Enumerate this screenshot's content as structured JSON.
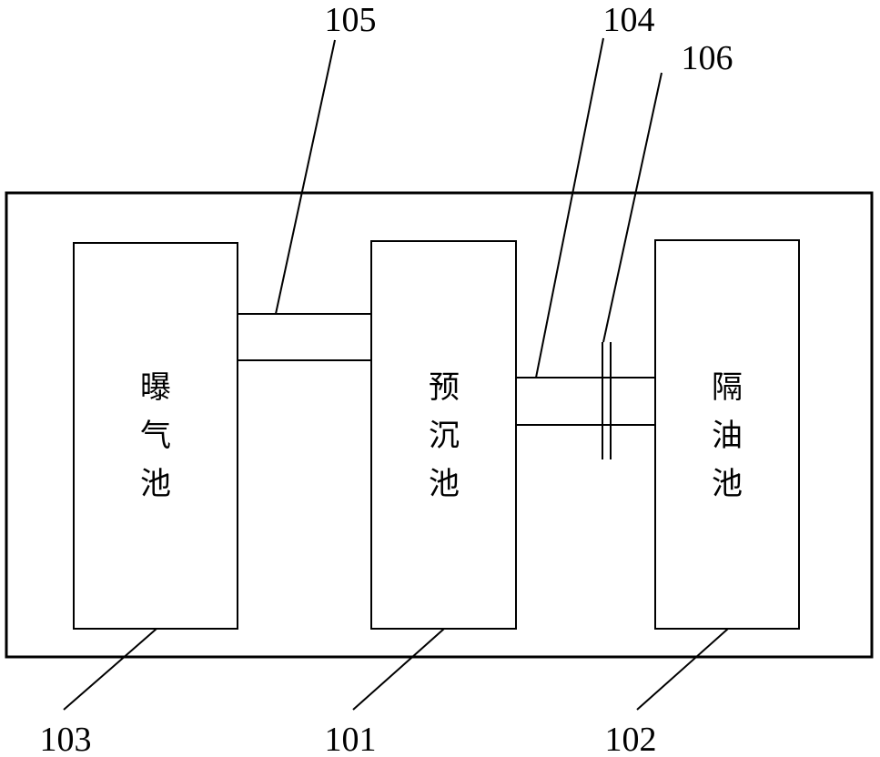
{
  "tanks": {
    "aeration": {
      "chars": [
        "曝",
        "气",
        "池"
      ]
    },
    "presettling": {
      "chars": [
        "预",
        "沉",
        "池"
      ]
    },
    "oil_separator": {
      "chars": [
        "隔",
        "油",
        "池"
      ]
    }
  },
  "callouts": {
    "c103": "103",
    "c101": "101",
    "c102": "102",
    "c104": "104",
    "c105": "105",
    "c106": "106"
  }
}
